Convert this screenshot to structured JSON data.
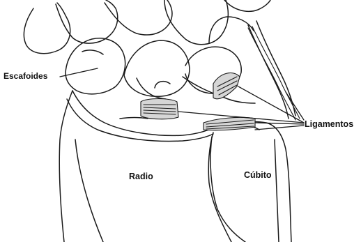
{
  "labels": {
    "escafoides": "Escafoides",
    "ligamentos": "Ligamentos",
    "radio": "Radio",
    "cubito": "Cúbito"
  },
  "colors": {
    "line": "#1a1a1a",
    "background": "#ffffff",
    "ligament_fill": "#d6d6d6"
  }
}
